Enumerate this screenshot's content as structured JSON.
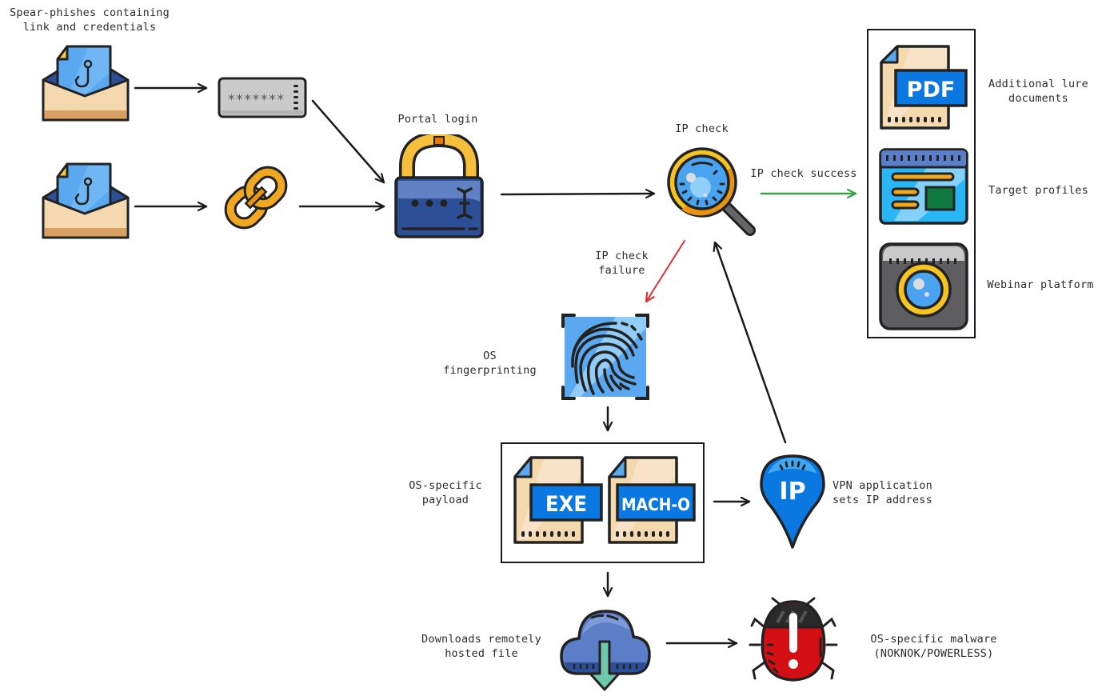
{
  "labels": {
    "spear_phish": "Spear-phishes containing\nlink and credentials",
    "portal_login": "Portal login",
    "ip_check": "IP check",
    "ip_check_success": "IP check success",
    "ip_check_failure": "IP check\nfailure",
    "additional_lure": "Additional lure\ndocuments",
    "target_profiles": "Target profiles",
    "webinar_platform": "Webinar platform",
    "os_fingerprinting": "OS\nfingerprinting",
    "os_payload": "OS-specific\npayload",
    "vpn_app": "VPN application\nsets IP address",
    "downloads": "Downloads remotely\nhosted file",
    "malware": "OS-specific malware\n(NOKNOK/POWERLESS)"
  },
  "icons": {
    "password_mask": "*******",
    "pdf": "PDF",
    "exe": "EXE",
    "macho": "MACH-O",
    "ip_pin": "IP"
  },
  "colors": {
    "success_arrow": "#3aa345",
    "failure_arrow": "#e03030",
    "default_arrow": "#1a1a1a"
  }
}
